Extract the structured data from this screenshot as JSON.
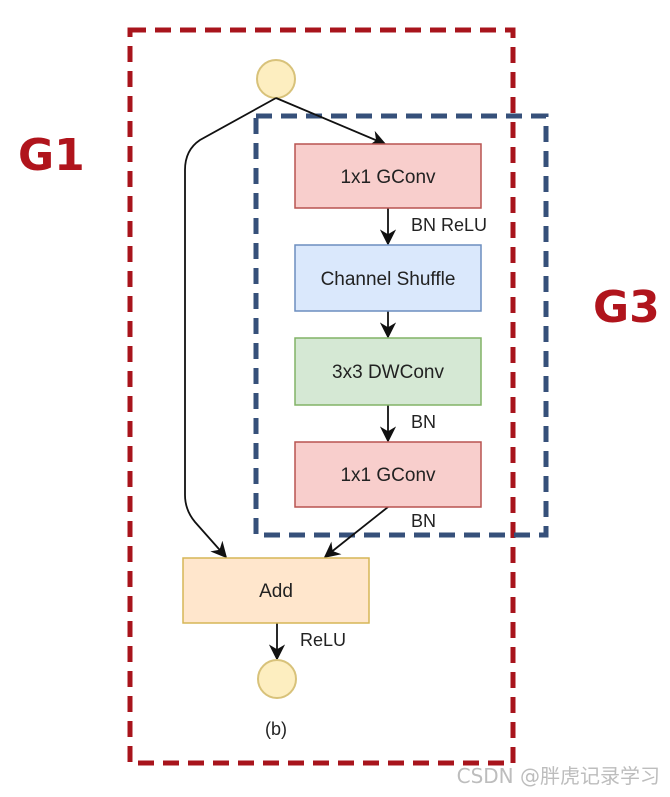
{
  "groups": {
    "g1": {
      "label": "G1",
      "color": "#a8141c"
    },
    "g3": {
      "label": "G3",
      "color": "#36507a"
    }
  },
  "nodes": {
    "input": {
      "shape": "circle",
      "fill": "#fdeec0",
      "stroke": "#d8c27a"
    },
    "gconv1": {
      "label": "1x1 GConv",
      "fill": "#f8cecc",
      "stroke": "#b85450"
    },
    "shuffle": {
      "label": "Channel Shuffle",
      "fill": "#dae8fc",
      "stroke": "#6c8ebf"
    },
    "dwconv": {
      "label": "3x3 DWConv",
      "fill": "#d5e8d4",
      "stroke": "#82b366"
    },
    "gconv2": {
      "label": "1x1 GConv",
      "fill": "#f8cecc",
      "stroke": "#b85450"
    },
    "add": {
      "label": "Add",
      "fill": "#ffe6cc",
      "stroke": "#d6b656"
    },
    "output": {
      "shape": "circle",
      "fill": "#fdeec0",
      "stroke": "#d8c27a"
    }
  },
  "edge_labels": {
    "gconv1_to_shuffle": "BN ReLU",
    "dwconv_to_gconv2": "BN",
    "gconv2_to_add": "BN",
    "add_to_output": "ReLU"
  },
  "caption": "(b)",
  "watermark": "CSDN @胖虎记录学习"
}
